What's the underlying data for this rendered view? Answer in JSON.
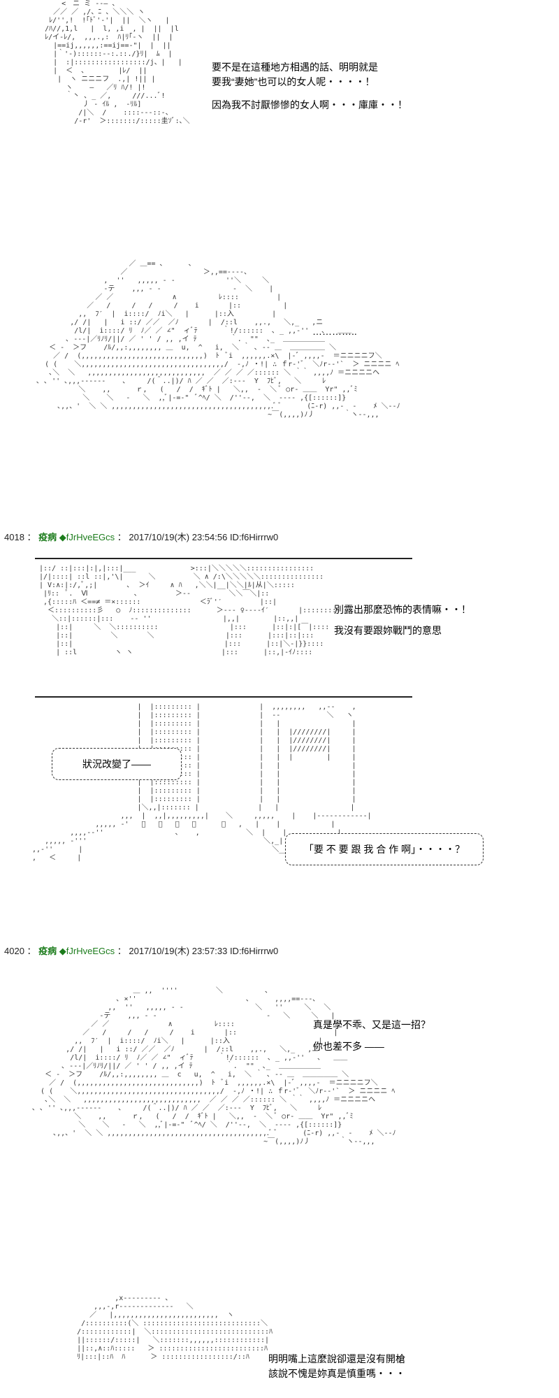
{
  "panel1": {
    "lines": [
      "要不是在這種地方相遇的話、明明就是",
      "要我“妻她”也可以的女人呢・・・・！",
      "因為我不討厭慘慘的女人啊・・・庫庫・・！"
    ]
  },
  "panel2": {
    "ellipsis": "………….."
  },
  "post1": {
    "number": "4018",
    "name": "疫病",
    "trip": "◆fJrHveEGcs",
    "date": "2017/10/19(木) 23:54:56",
    "id": "ID:f6Hirrrw0"
  },
  "panel3": {
    "lines": [
      "別露出那麼恐怖的表情嘛・・！",
      "我沒有要跟妳戰鬥的意思"
    ]
  },
  "panel4": {
    "bubble_left": "狀況改變了――",
    "bubble_right": "「要 不 要 跟 我 合 作 啊」・・・・？"
  },
  "post2": {
    "number": "4020",
    "name": "疫病",
    "trip": "◆fJrHveEGcs",
    "date": "2017/10/19(木) 23:57:33",
    "id": "ID:f6Hirrrw0"
  },
  "panel5": {
    "lines": [
      "真是學不乖、又是這一招？",
      "你也差不多 ――"
    ]
  },
  "panel6": {
    "lines": [
      "明明嘴上這麼說卻還是沒有開槍",
      "該說不愧是妳真是慎重嗎・・・"
    ]
  }
}
